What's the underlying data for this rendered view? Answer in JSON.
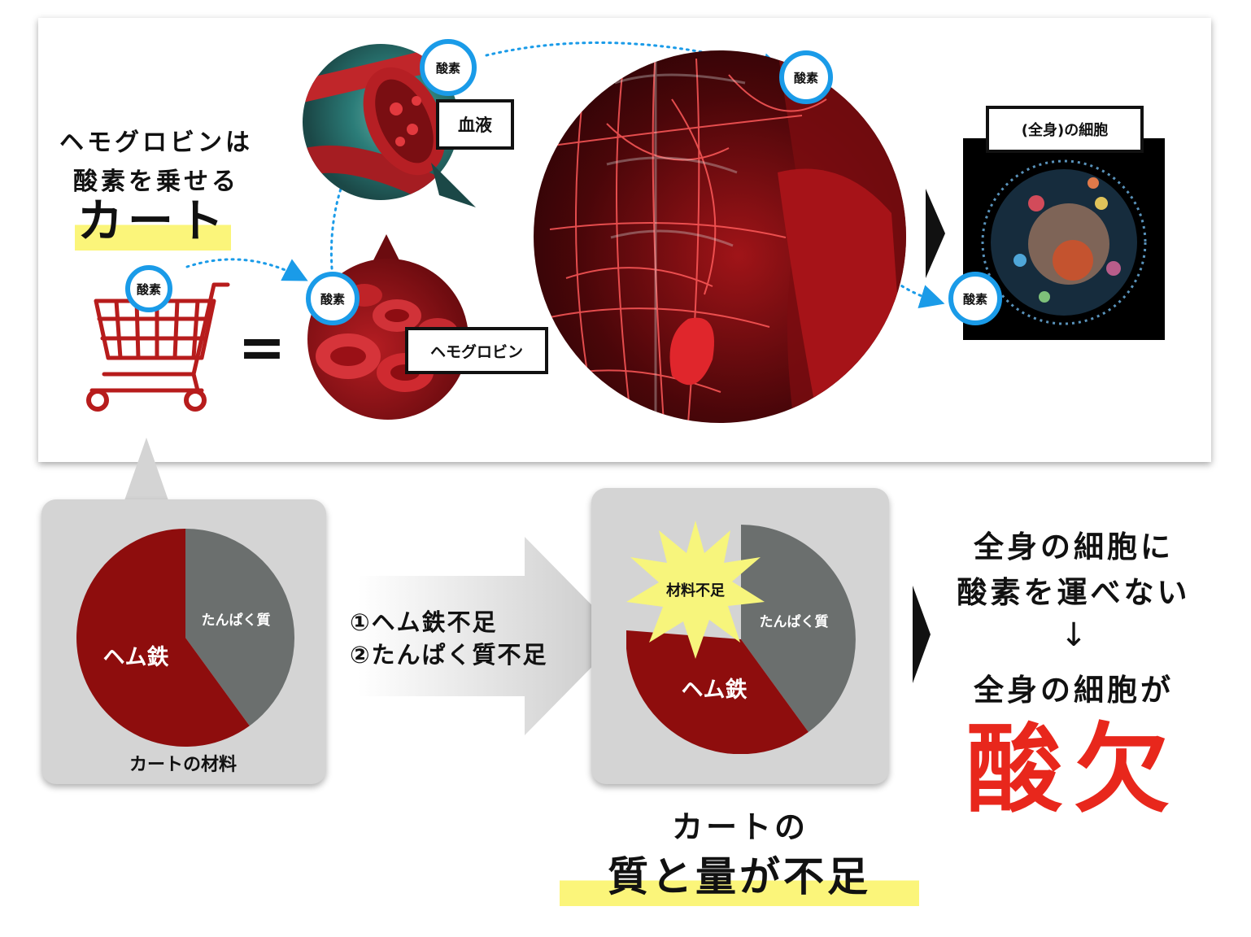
{
  "headline": {
    "line1": "ヘモグロビンは",
    "line2": "酸素を乗せる",
    "line3": "カート"
  },
  "labels": {
    "oxygen": "酸素",
    "equals": "=",
    "blood": "血液",
    "hemoglobin": "ヘモグロビン",
    "cells_all_body": "(全身)の細胞"
  },
  "pie1": {
    "heme_label": "ヘム鉄",
    "protein_label": "たんぱく質",
    "caption": "カートの材料"
  },
  "arrow": {
    "line1": "①ヘム鉄不足",
    "line2": "②たんぱく質不足"
  },
  "pie2": {
    "badge": "材料不足",
    "heme_label": "ヘム鉄",
    "protein_label": "たんぱく質"
  },
  "bottom": {
    "line1": "カートの",
    "line2": "質と量が不足"
  },
  "result": {
    "line1": "全身の細胞に",
    "line2": "酸素を運べない",
    "down_arrow": "↓",
    "line3": "全身の細胞が",
    "line4": "酸欠"
  },
  "colors": {
    "accent_blue": "#1a9be8",
    "dark_red": "#8e0d0d",
    "gray_slice": "#6b6f6e",
    "highlight_yellow": "#fbf57a",
    "result_red": "#e8271c"
  }
}
